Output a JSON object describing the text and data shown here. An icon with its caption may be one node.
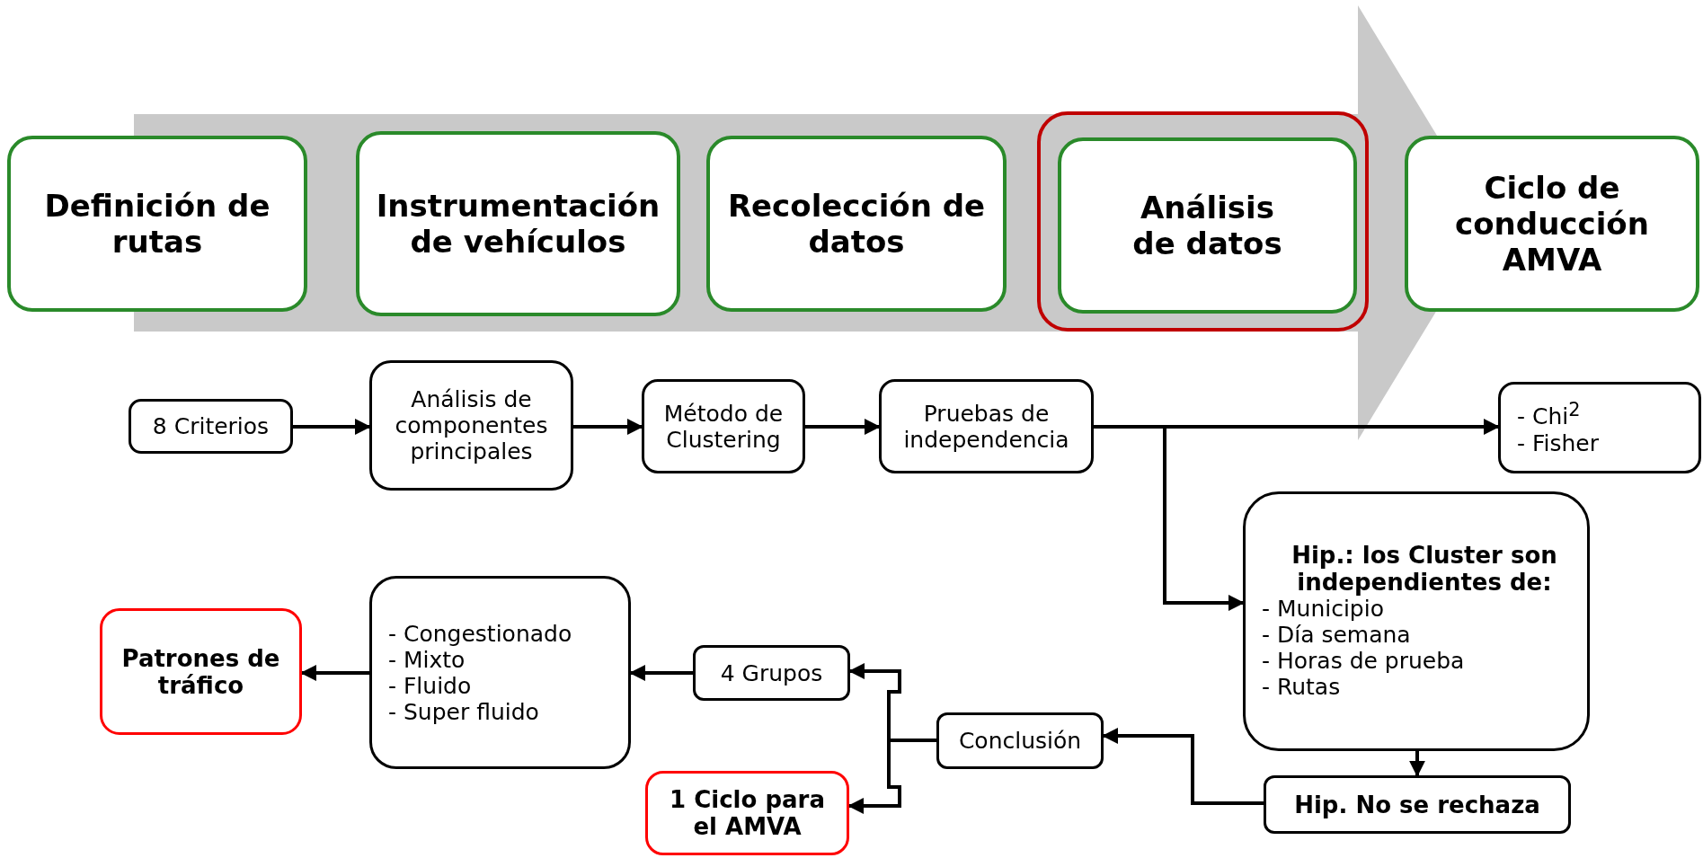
{
  "diagram": {
    "nodes": [
      {
        "text": [
          "Definición de rutas"
        ]
      },
      {
        "text": [
          "Instrumentación de vehículos"
        ]
      },
      {
        "text": [
          "Recolección de datos"
        ]
      },
      {
        "text": [],
        "shape": "box"
      },
      {
        "text": [
          "Análisis de datos"
        ],
        "in": 3
      },
      {
        "text": [
          "Ciclo de conducción AMVA"
        ]
      },
      {
        "text": [
          "8 Criterios"
        ]
      },
      {
        "text": [
          "Análisis de componentes principales"
        ]
      },
      {
        "text": [
          "Método de Clustering"
        ]
      },
      {
        "text": [
          "Pruebas de independencia"
        ]
      },
      {
        "text": [
          "- Chi$^{2}$",
          "- Fisher"
        ]
      },
      {
        "text": [
          "Hip.: los Cluster son independientes de:",
          "- Municipio",
          "- Día semana",
          "- Horas de prueba",
          "- Rutas"
        ]
      },
      {
        "text": [
          "Hip. No se rechaza"
        ]
      },
      {
        "text": [
          "Conclusión"
        ]
      },
      {
        "text": [
          "4 Grupos"
        ]
      },
      {
        "text": [
          "1 Ciclo para el AMVA"
        ]
      },
      {
        "text": [
          "- Congestionado",
          "- Mixto",
          "- Fluido",
          "- Super fluido"
        ]
      },
      {
        "text": [
          "Patrones de tráfico"
        ]
      }
    ],
    "edges": [
      {
        "from": 6,
        "to": 7,
        "arrow": "to"
      },
      {
        "from": 7,
        "to": 8,
        "arrow": "to"
      },
      {
        "from": 8,
        "to": 9,
        "arrow": "to"
      },
      {
        "from": 9,
        "to": 10,
        "arrow": "to"
      },
      {
        "from": 9,
        "to": 11,
        "arrow": "to"
      },
      {
        "from": 11,
        "to": 12,
        "arrow": "to"
      },
      {
        "from": 12,
        "to": 13,
        "arrow": "to"
      },
      {
        "from": 13,
        "to": 14,
        "arrow": "to"
      },
      {
        "from": 13,
        "to": 15,
        "arrow": "to"
      },
      {
        "from": 14,
        "to": 16,
        "arrow": "to"
      },
      {
        "from": 16,
        "to": 17,
        "arrow": "to"
      }
    ]
  }
}
